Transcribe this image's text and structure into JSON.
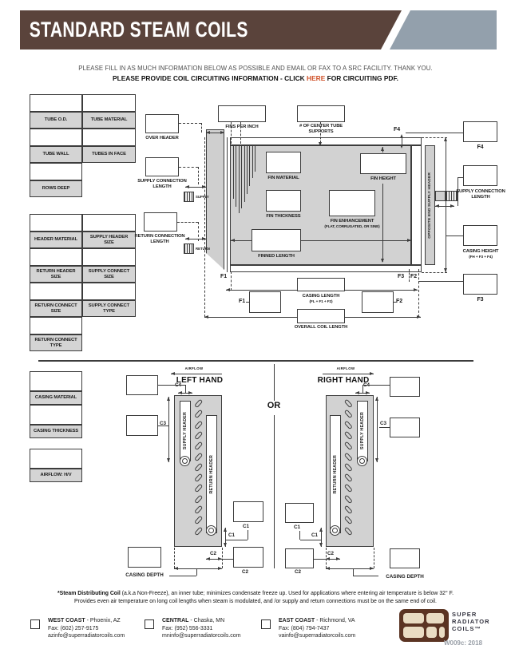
{
  "title": "STANDARD STEAM COILS",
  "instructions": {
    "line1": "PLEASE FILL IN AS MUCH INFORMATION BELOW AS POSSIBLE AND EMAIL OR FAX TO A SRC FACILITY.  THANK YOU.",
    "line2_prefix": "PLEASE PROVIDE COIL CIRCUITING INFORMATION - CLICK ",
    "line2_link": "HERE",
    "line2_suffix": " FOR CIRCUITING PDF."
  },
  "tables": {
    "tube": [
      {
        "l": "TUBE O.D.",
        "r": "TUBE MATERIAL"
      },
      {
        "l": "TUBE WALL",
        "r": "TUBES IN FACE"
      },
      {
        "l": "ROWS DEEP"
      }
    ],
    "header": [
      {
        "l": "HEADER MATERIAL",
        "r": "SUPPLY HEADER SIZE"
      },
      {
        "l": "RETURN HEADER SIZE",
        "r": "SUPPLY CONNECT SIZE"
      },
      {
        "l": "RETURN CONNECT SIZE",
        "r": "SUPPLY CONNECT TYPE"
      },
      {
        "l": "RETURN CONNECT TYPE"
      }
    ],
    "casing": [
      "CASING MATERIAL",
      "CASING THICKNESS"
    ],
    "airflow": [
      "AIRFLOW: H/V"
    ]
  },
  "diag": {
    "over_header": "OVER HEADER",
    "supply_connection_length": "SUPPLY CONNECTION LENGTH",
    "return_connection_length": "RETURN CONNECTION LENGTH",
    "supply_pipe": "SUPPLY",
    "return_pipe": "RETURN",
    "fins_per_inch": "FINS PER INCH",
    "center_tube_supports": "# OF CENTER TUBE SUPPORTS",
    "fin_material": "FIN MATERIAL",
    "fin_thickness": "FIN THICKNESS",
    "fin_height": "FIN HEIGHT",
    "fin_enhancement": "FIN ENHANCEMENT",
    "fin_enhancement_sub": "(FLAT, CORRUGATED, OR SINE)",
    "finned_length": "FINNED LENGTH",
    "opposite_end_supply_header": "OPPOSITE END SUPPLY HEADER",
    "casing_height": "CASING HEIGHT",
    "casing_height_sub": "(FH + F3 + F4)",
    "casing_length": "CASING LENGTH",
    "casing_length_sub": "(FL + F1 + F2)",
    "overall_coil_length": "OVERALL COIL LENGTH",
    "f1": "F1",
    "f2": "F2",
    "f3": "F3",
    "f4": "F4"
  },
  "bottom": {
    "airflow": "AIRFLOW",
    "left_hand": "LEFT HAND",
    "right_hand": "RIGHT HAND",
    "or": "OR",
    "supply_header": "SUPPLY HEADER",
    "return_header": "RETURN HEADER",
    "c1": "C1",
    "c2": "C2",
    "c3": "C3",
    "c4": "C4",
    "casing_depth": "CASING DEPTH"
  },
  "footnote": {
    "lead": "*Steam Distributing Coil",
    "line1_rest": " (a.k.a Non-Freeze), an inner tube; minimizes condensate freeze up. Used for applications where entering air temperature is below 32° F.",
    "line2": "Provides even air temperature on long coil lengths when steam is modulated, and /or supply and return connections must be on the same end of coil."
  },
  "contacts": [
    {
      "region": "WEST COAST",
      "location": " - Phoenix, AZ",
      "fax": "Fax: (602) 257-9175",
      "email": "azinfo@superradiatorcoils.com"
    },
    {
      "region": "CENTRAL",
      "location": " - Chaska, MN",
      "fax": "Fax: (952) 556-3331",
      "email": "mninfo@superradiatorcoils.com"
    },
    {
      "region": "EAST COAST",
      "location": " - Richmond, VA",
      "fax": "Fax: (804) 794-7437",
      "email": "vainfo@superradiatorcoils.com"
    }
  ],
  "logo": {
    "word1": "SUPER",
    "word2": "RADIATOR",
    "word3": "COILS™",
    "doc_code": "W009c: 2018"
  },
  "colors": {
    "header_bar": "#5a433b",
    "accent": "#93a0ac",
    "link": "#cf4f26",
    "label_bg": "#d4d4d4",
    "diagram_gray": "#d2d2d2",
    "line": "#3c3c3c",
    "logo_brown": "#5b3423",
    "logo_tan": "#e9dcc3",
    "code_gray": "#9aa0a8"
  }
}
